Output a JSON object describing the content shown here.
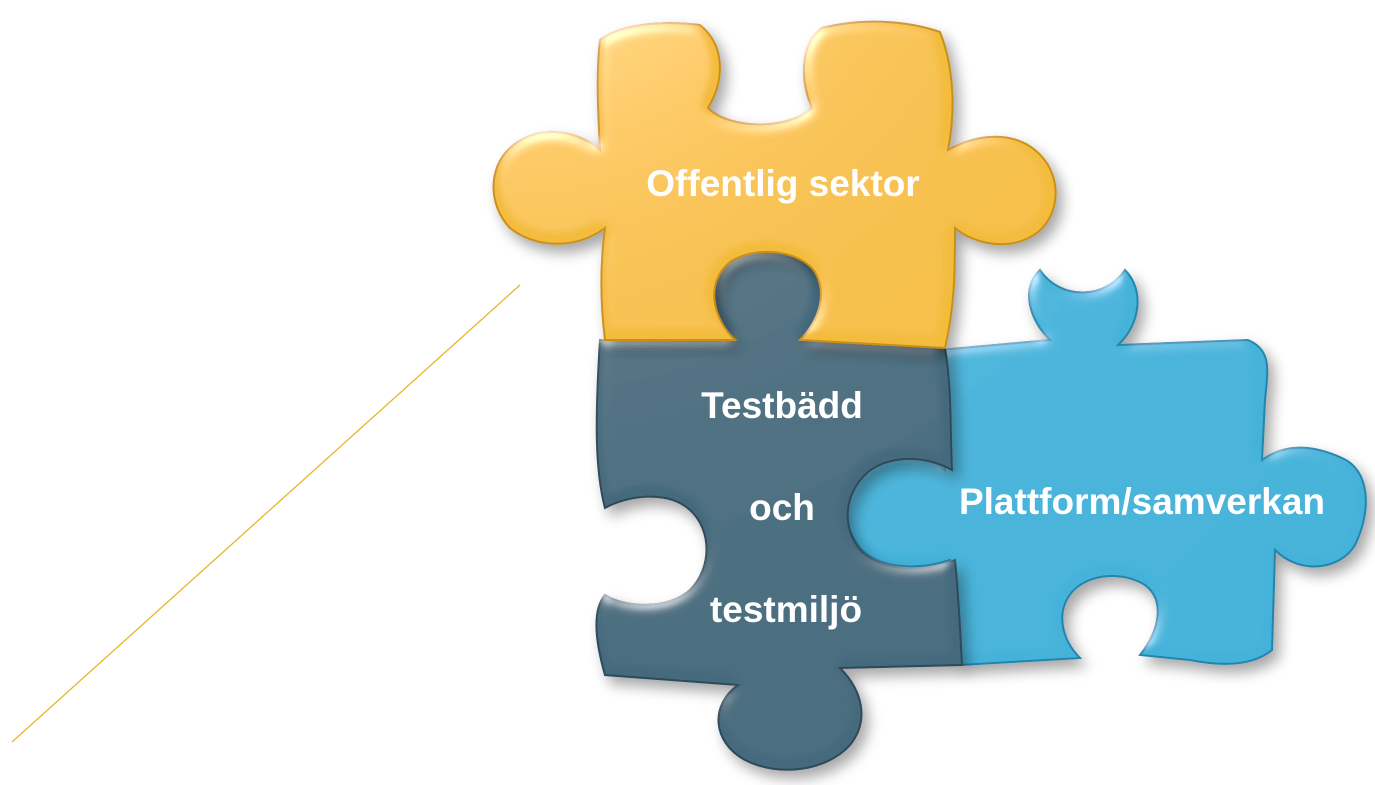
{
  "pieces": {
    "public_sector": {
      "label": "Offentlig sektor",
      "color": "#F3BC3C",
      "shade": "#C98F16",
      "highlight": "#FCDD86"
    },
    "testbed": {
      "label_lines": [
        "Testbädd",
        "och",
        "testmiljö"
      ],
      "color": "#456A7D",
      "shade": "#2D4A5A",
      "highlight": "#7C9FB2"
    },
    "platform": {
      "label": "Plattform/samverkan",
      "color": "#45B2D9",
      "shade": "#2385AD",
      "highlight": "#8FD5EE"
    }
  },
  "connector_line": {
    "color": "#E9B52A"
  }
}
